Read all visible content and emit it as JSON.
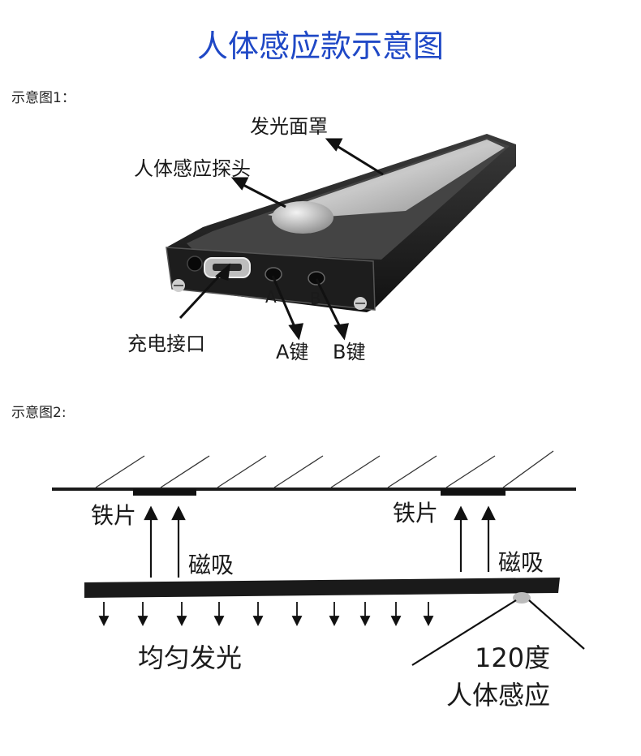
{
  "title": "人体感应款示意图",
  "figure1": {
    "caption": "示意图1：",
    "labels": {
      "cover": "发光面罩",
      "sensor": "人体感应探头",
      "port": "充电接口",
      "key_a_mark": "A",
      "key_b_mark": "B",
      "key_a": "A键",
      "key_b": "B键"
    }
  },
  "figure2": {
    "caption": "示意图2:",
    "labels": {
      "iron_left": "铁片",
      "iron_right": "铁片",
      "magnet_left": "磁吸",
      "magnet_right": "磁吸",
      "even_light": "均匀发光",
      "angle": "120度",
      "body_sensing": "人体感应"
    }
  }
}
